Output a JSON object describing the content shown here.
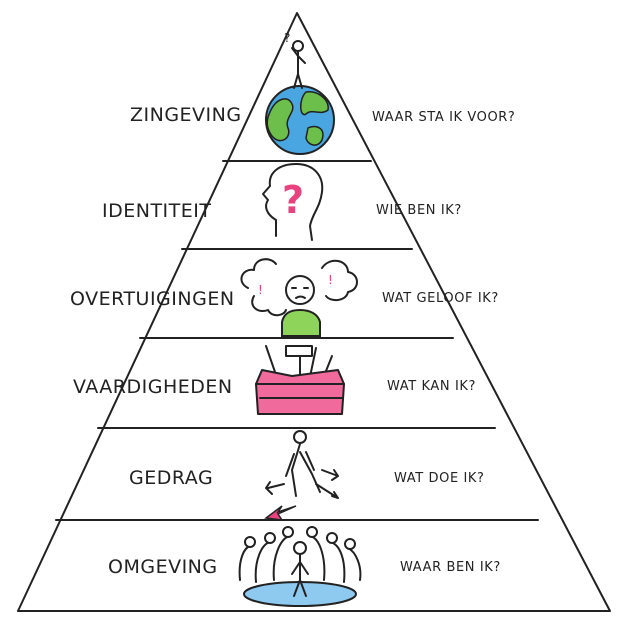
{
  "levels": [
    {
      "label": "ZINGEVING",
      "question": "WAAR STA IK VOOR?",
      "icon": "person-on-globe-icon"
    },
    {
      "label": "IDENTITEIT",
      "question": "WIE BEN IK?",
      "icon": "head-question-icon"
    },
    {
      "label": "OVERTUIGINGEN",
      "question": "WAT GELOOF IK?",
      "icon": "thinking-person-icon"
    },
    {
      "label": "VAARDIGHEDEN",
      "question": "WAT KAN IK?",
      "icon": "toolbox-icon"
    },
    {
      "label": "GEDRAG",
      "question": "WAT DOE IK?",
      "icon": "walking-person-arrows-icon"
    },
    {
      "label": "OMGEVING",
      "question": "WAAR BEN IK?",
      "icon": "person-in-crowd-icon"
    }
  ],
  "colors": {
    "globe_water": "#4aa6e0",
    "globe_land": "#6bbf4a",
    "question_mark": "#e8437f",
    "shirt": "#8fd45a",
    "toolbox": "#f06a9c",
    "arrow": "#e8437f",
    "spot": "#8ec9f0"
  }
}
